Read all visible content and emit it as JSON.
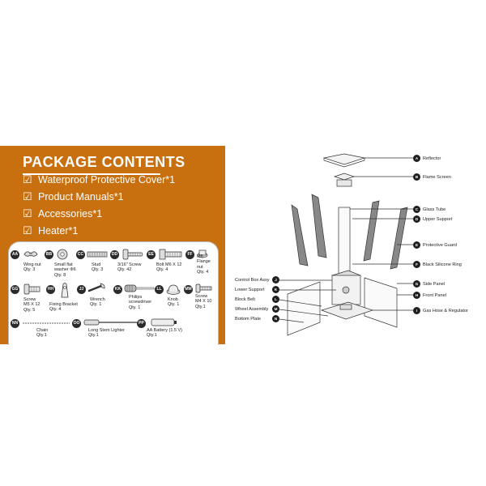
{
  "package": {
    "title": "PACKAGE CONTENTS",
    "items": [
      "Waterproof Protective Cover*1",
      "Product Manuals*1",
      "Accessories*1",
      "Heater*1"
    ],
    "check_icon": "check-icon"
  },
  "parts": [
    {
      "code": "AA",
      "text": "Wing nut\nQty. 3"
    },
    {
      "code": "BB",
      "text": "Small flat\nwasher Φ6\nQty. 8"
    },
    {
      "code": "CC",
      "text": "Stud\nQty. 3"
    },
    {
      "code": "DD",
      "text": "3/16\" Screw\nQty. 42"
    },
    {
      "code": "EE",
      "text": "Bolt M6 X 12\nQty. 4"
    },
    {
      "code": "FF",
      "text": "M6\nFlange\nnut\nQty. 4"
    },
    {
      "code": "GG",
      "text": "Screw\nM5 X 12\nQty. 5"
    },
    {
      "code": "HH",
      "text": "Fixing Bracket\nQty. 4"
    },
    {
      "code": "JJ",
      "text": "Wrench\nQty. 1"
    },
    {
      "code": "KK",
      "text": "Philips\nscrewdriver\nQty. 1"
    },
    {
      "code": "LL",
      "text": "Knob\nQty. 1"
    },
    {
      "code": "MM",
      "text": "Screw\nM4 X 10\nQty.1"
    },
    {
      "code": "NN",
      "text": "Chain\nQty.1"
    },
    {
      "code": "OO",
      "text": "Long Stem Lighter\nQty.1"
    },
    {
      "code": "PP",
      "text": "AA Battery (1.5 V)\nQty.1"
    }
  ],
  "diagram": {
    "right_labels": [
      {
        "code": "A",
        "text": "Reflector"
      },
      {
        "code": "B",
        "text": "Flame Screen"
      },
      {
        "code": "C",
        "text": "Glass Tube"
      },
      {
        "code": "D",
        "text": "Upper Support"
      },
      {
        "code": "E",
        "text": "Protective Guard"
      },
      {
        "code": "F",
        "text": "Black Silicone Ring"
      },
      {
        "code": "G",
        "text": "Side Panel"
      },
      {
        "code": "H",
        "text": "Front Panel"
      },
      {
        "code": "I",
        "text": "Gas Hose & Regulator"
      }
    ],
    "left_labels": [
      {
        "code": "J",
        "text": "Control Box Assy"
      },
      {
        "code": "K",
        "text": "Lower Support"
      },
      {
        "code": "L",
        "text": "Block Belt"
      },
      {
        "code": "M",
        "text": "Wheel Assembly"
      },
      {
        "code": "N",
        "text": "Bottom Plate"
      }
    ]
  }
}
